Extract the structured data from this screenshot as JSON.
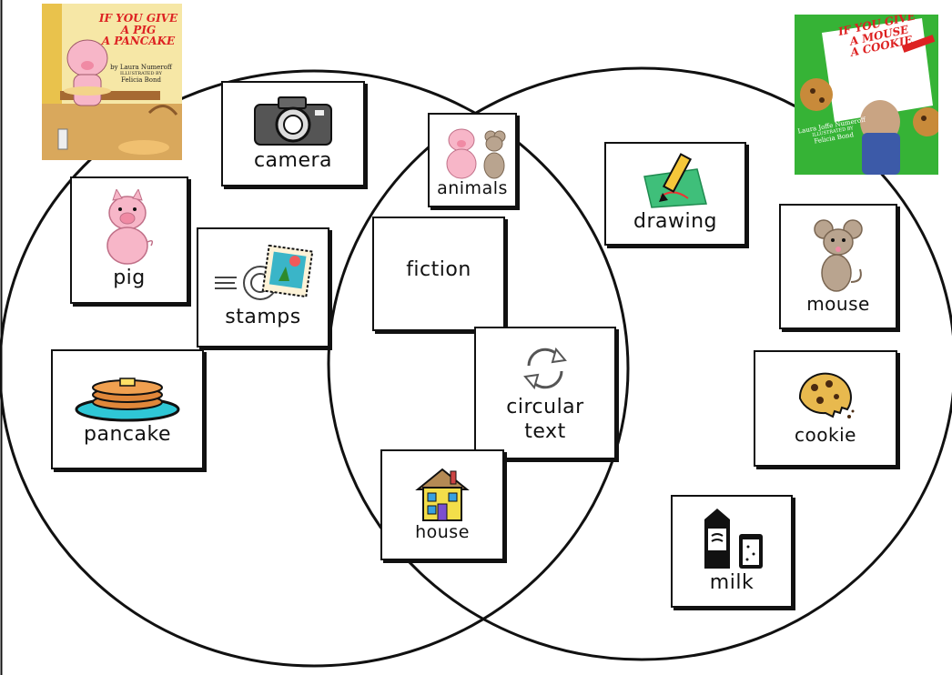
{
  "books": {
    "left": {
      "title_lines": [
        "IF YOU GIVE",
        "A PIG",
        "A PANCAKE"
      ],
      "author": "by Laura Numeroff",
      "illustrated_by": "ILLUSTRATED BY",
      "illustrator": "Felicia Bond"
    },
    "right": {
      "title_lines": [
        "IF YOU GIVE",
        "A MOUSE",
        "A COOKIE"
      ],
      "author": "Laura Joffe Numeroff",
      "illustrated_by": "ILLUSTRATED BY",
      "illustrator": "Felicia Bond"
    }
  },
  "cards": {
    "camera": "camera",
    "pig": "pig",
    "stamps": "stamps",
    "pancake": "pancake",
    "animals": "animals",
    "fiction": "fiction",
    "circular_text": [
      "circular",
      "text"
    ],
    "house": "house",
    "drawing": "drawing",
    "mouse": "mouse",
    "cookie": "cookie",
    "milk": "milk"
  },
  "icons": {
    "camera": "camera-icon",
    "pig": "pig-icon",
    "stamps": "stamps-icon",
    "pancake": "pancake-icon",
    "animals": "pig-and-mouse-icon",
    "circular": "circular-arrows-icon",
    "house": "house-icon",
    "drawing": "pencil-drawing-icon",
    "mouse": "mouse-icon",
    "cookie": "cookie-icon",
    "milk": "milk-and-glass-icon"
  },
  "colors": {
    "outline": "#111111",
    "pig_pink": "#f7b6c8",
    "pancake_orange": "#e0873a",
    "plate_teal": "#2fc7d6",
    "house_yellow": "#f3de4a",
    "mouse_gray": "#b9a48f",
    "cookie_tan": "#e8b94e",
    "left_book_bg": "#f6e7a6",
    "right_book_bg": "#36b336"
  }
}
